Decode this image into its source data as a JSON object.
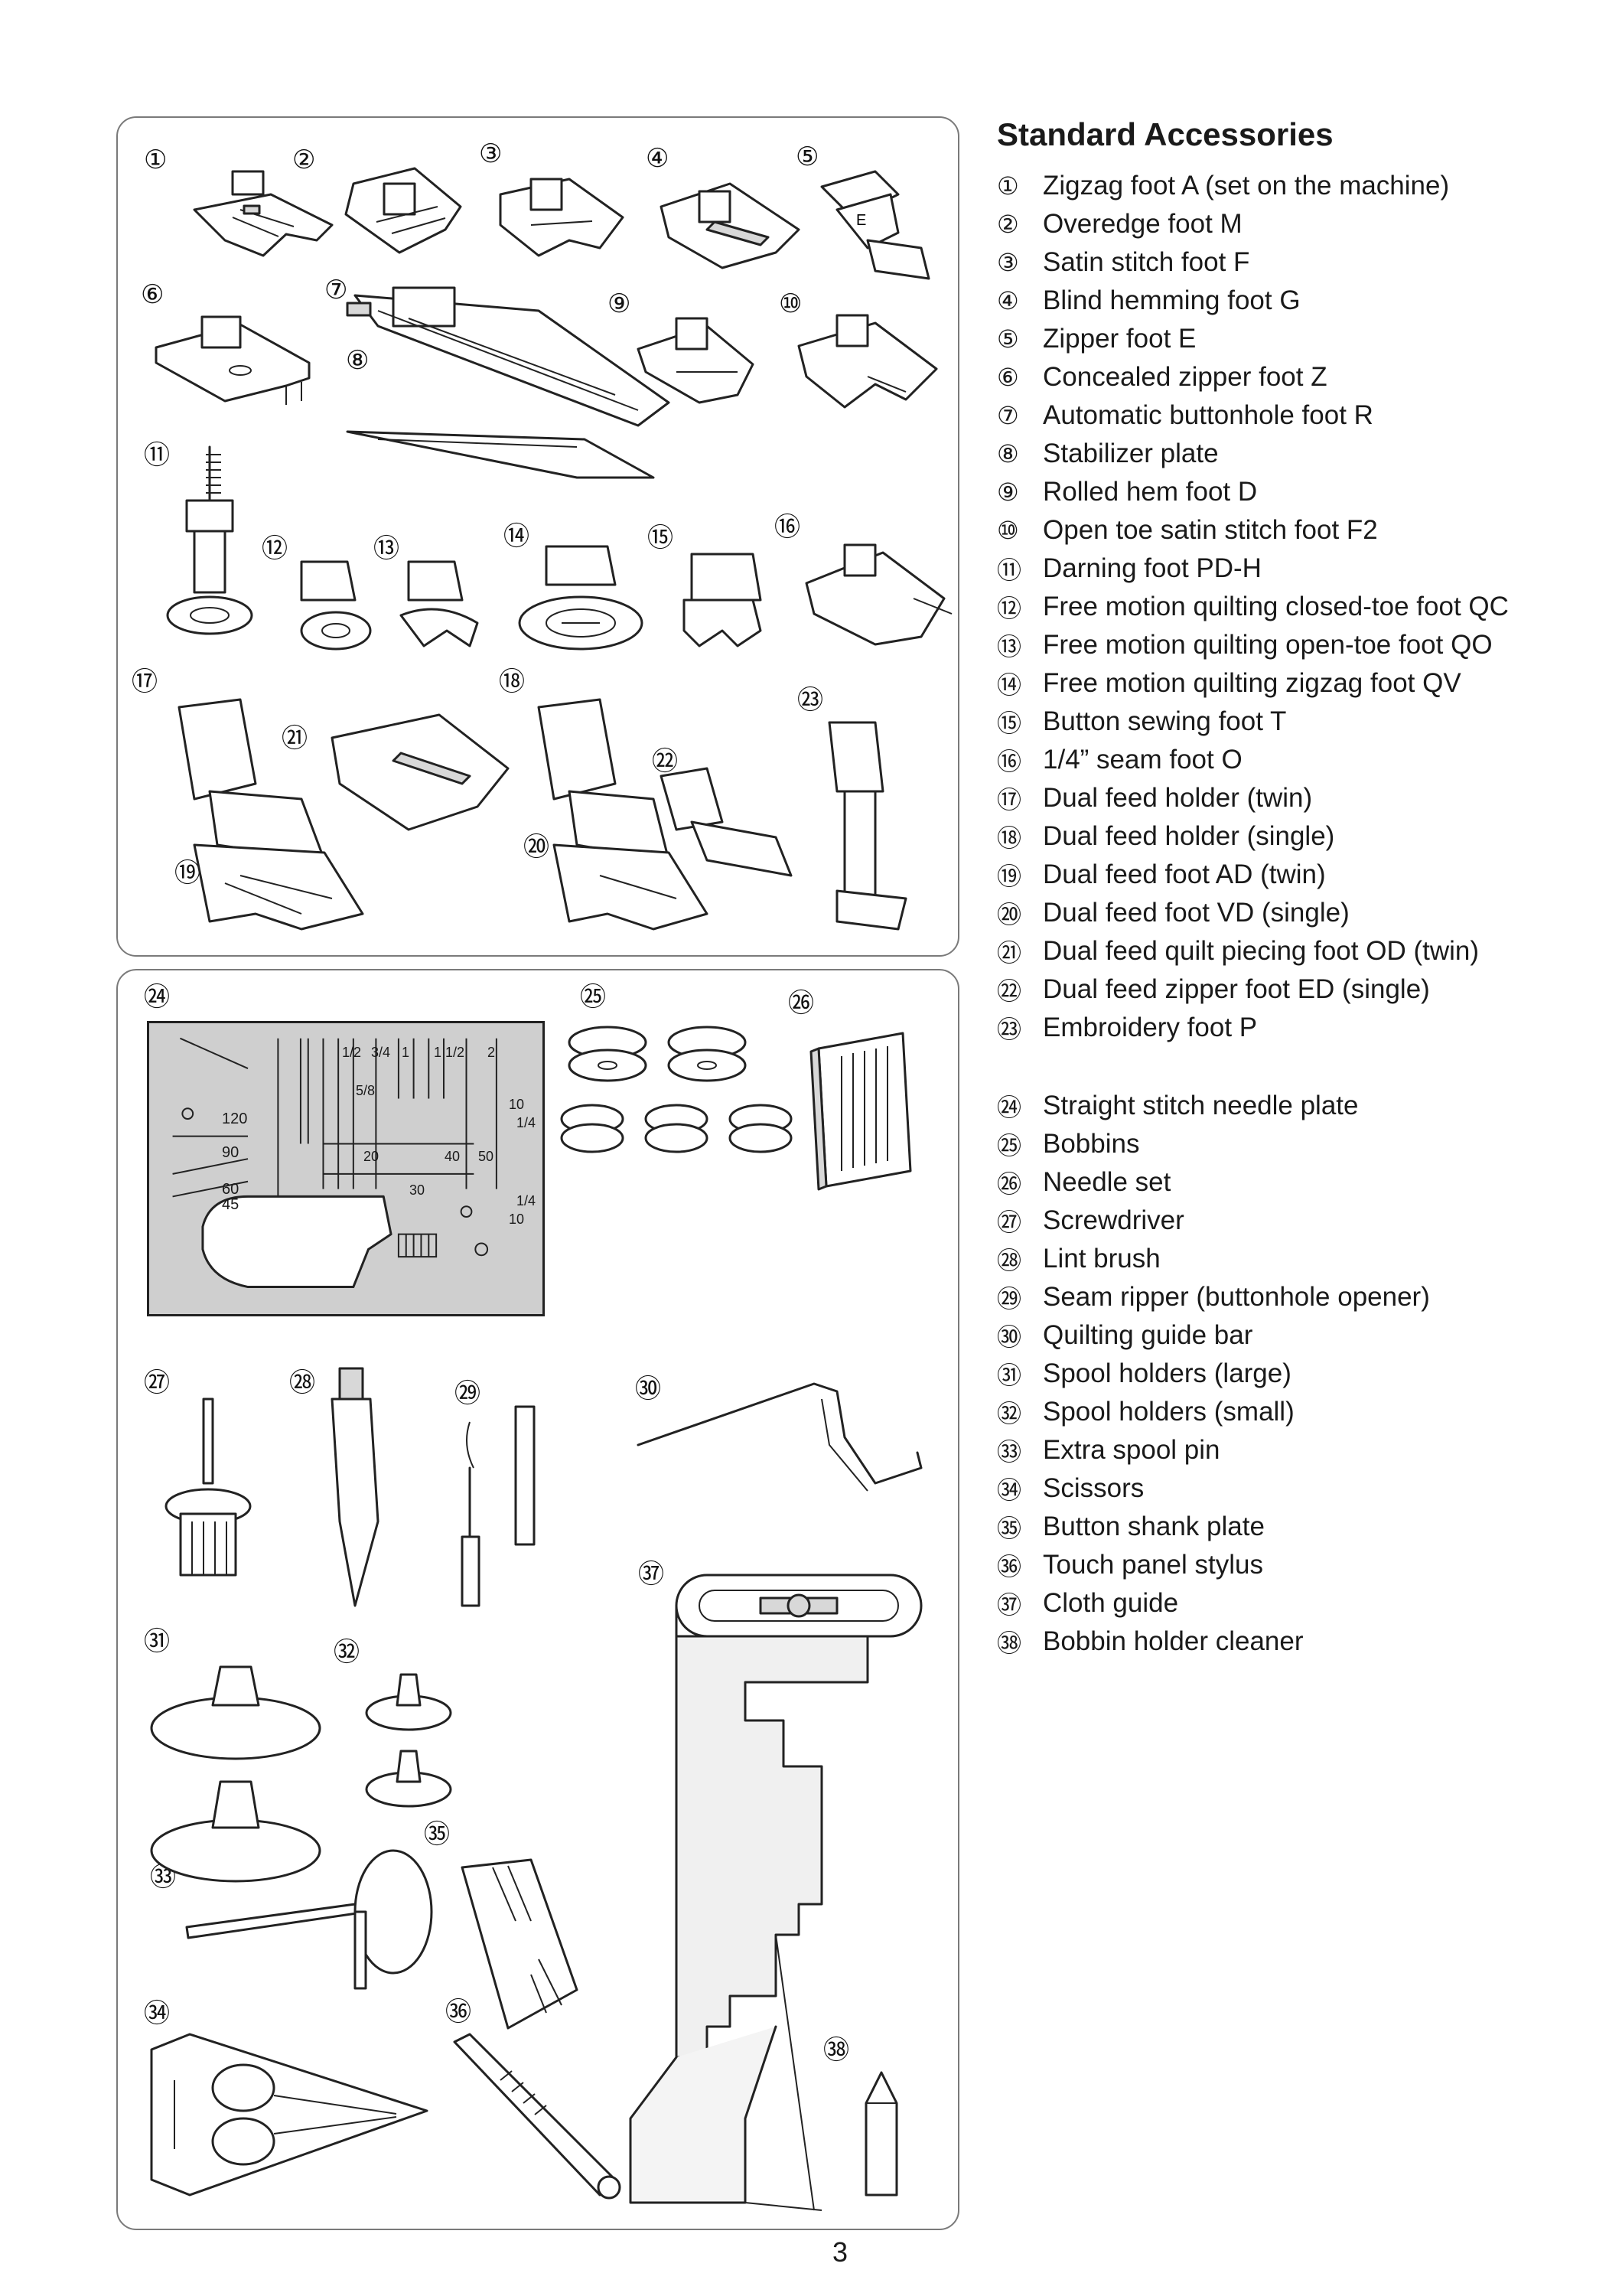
{
  "heading": "Standard Accessories",
  "page_number": "3",
  "accessories": [
    {
      "num": "①",
      "label": "Zigzag foot A (set on the machine)"
    },
    {
      "num": "②",
      "label": "Overedge foot M"
    },
    {
      "num": "③",
      "label": "Satin stitch foot F"
    },
    {
      "num": "④",
      "label": "Blind hemming foot G"
    },
    {
      "num": "⑤",
      "label": "Zipper foot E"
    },
    {
      "num": "⑥",
      "label": "Concealed zipper foot Z"
    },
    {
      "num": "⑦",
      "label": "Automatic buttonhole foot R"
    },
    {
      "num": "⑧",
      "label": "Stabilizer plate"
    },
    {
      "num": "⑨",
      "label": "Rolled hem foot D"
    },
    {
      "num": "⑩",
      "label": "Open toe satin stitch foot F2"
    },
    {
      "num": "⑪",
      "label": "Darning foot PD-H"
    },
    {
      "num": "⑫",
      "label": "Free motion quilting closed-toe foot QC"
    },
    {
      "num": "⑬",
      "label": "Free motion quilting open-toe foot QO"
    },
    {
      "num": "⑭",
      "label": "Free motion quilting zigzag foot QV"
    },
    {
      "num": "⑮",
      "label": "Button sewing foot T"
    },
    {
      "num": "⑯",
      "label": "1/4” seam foot O"
    },
    {
      "num": "⑰",
      "label": "Dual feed holder (twin)"
    },
    {
      "num": "⑱",
      "label": "Dual feed holder (single)"
    },
    {
      "num": "⑲",
      "label": "Dual feed foot AD (twin)"
    },
    {
      "num": "⑳",
      "label": "Dual feed foot VD (single)"
    },
    {
      "num": "㉑",
      "label": "Dual feed quilt piecing foot OD (twin)"
    },
    {
      "num": "㉒",
      "label": "Dual feed zipper foot ED (single)"
    },
    {
      "num": "㉓",
      "label": "Embroidery foot P"
    },
    {
      "num": "㉔",
      "label": "Straight stitch needle plate"
    },
    {
      "num": "㉕",
      "label": "Bobbins"
    },
    {
      "num": "㉖",
      "label": "Needle set"
    },
    {
      "num": "㉗",
      "label": "Screwdriver"
    },
    {
      "num": "㉘",
      "label": "Lint brush"
    },
    {
      "num": "㉙",
      "label": "Seam ripper (buttonhole opener)"
    },
    {
      "num": "㉚",
      "label": "Quilting guide bar"
    },
    {
      "num": "㉛",
      "label": "Spool holders (large)"
    },
    {
      "num": "㉜",
      "label": "Spool holders (small)"
    },
    {
      "num": "㉝",
      "label": "Extra spool pin"
    },
    {
      "num": "㉞",
      "label": "Scissors"
    },
    {
      "num": "㉟",
      "label": "Button shank plate"
    },
    {
      "num": "㊱",
      "label": "Touch panel stylus"
    },
    {
      "num": "㊲",
      "label": "Cloth guide"
    },
    {
      "num": "㊳",
      "label": "Bobbin holder cleaner"
    }
  ],
  "needle_plate_markings": [
    "120",
    "90",
    "60",
    "45",
    "1/2",
    "3/4",
    "1",
    "1 1/2",
    "2",
    "5/8",
    "10",
    "1/4",
    "20",
    "30",
    "40",
    "50",
    "1/4",
    "10"
  ]
}
